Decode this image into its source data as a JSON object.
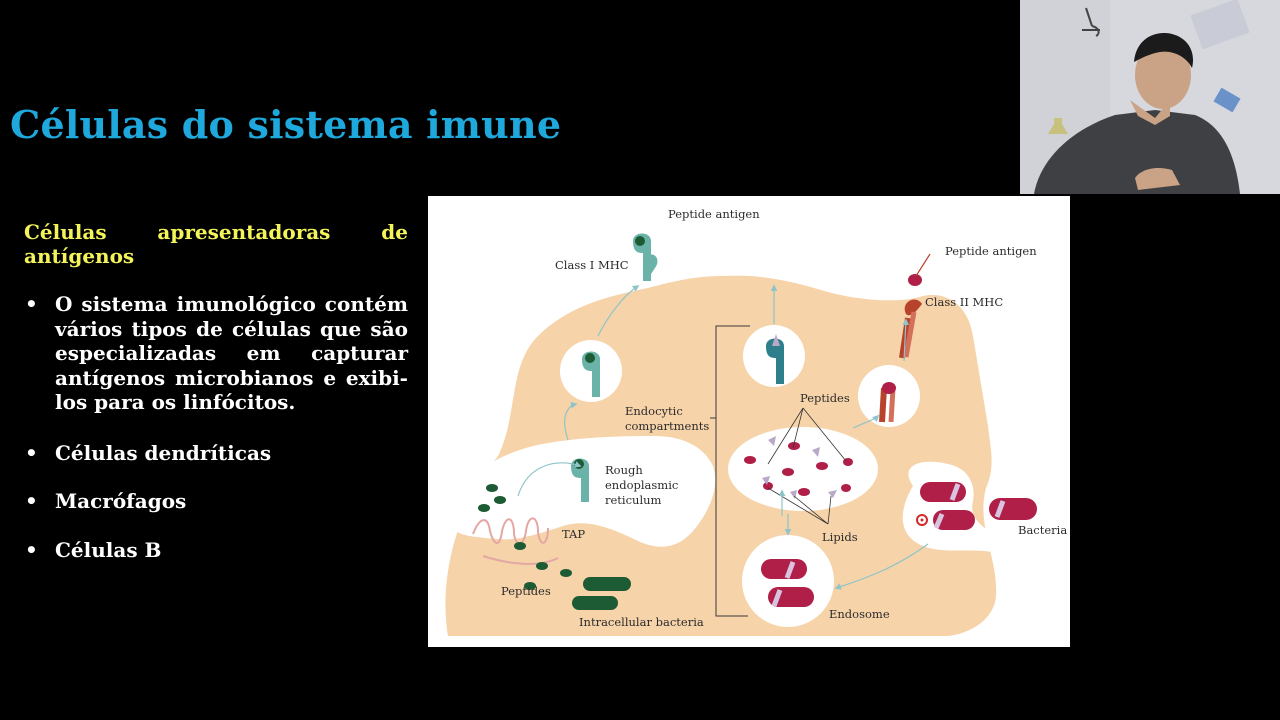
{
  "slide": {
    "title": "Células do sistema imune",
    "subtitle": "Células apresentadoras de antígenos",
    "bullets": [
      "O sistema imunológico contém vários tipos de células que são especializadas em capturar antígenos microbianos e exibi-los para os linfócitos.",
      "Células dendríticas",
      "Macrófagos",
      "Células B"
    ],
    "bullet_symbol": "•"
  },
  "figure": {
    "labels": {
      "peptide_antigen_1": "Peptide antigen",
      "class_i_mhc": "Class I MHC",
      "peptide_antigen_2": "Peptide antigen",
      "class_ii_mhc": "Class II MHC",
      "endocytic_1": "Endocytic",
      "endocytic_2": "compartments",
      "peptides_top": "Peptides",
      "rough_1": "Rough",
      "rough_2": "endoplasmic",
      "rough_3": "reticulum",
      "tap": "TAP",
      "peptides_bottom": "Peptides",
      "intracellular_bacteria": "Intracellular bacteria",
      "lipids": "Lipids",
      "endosome": "Endosome",
      "bacteria": "Bacteria"
    }
  },
  "colors": {
    "title": "#1ea8dc",
    "subtitle": "#f3f35a",
    "cell": "#f7d3aa",
    "class_i_mhc": "#6bb2a8",
    "class_ii_mhc": "#b8432c",
    "bacteria": "#b01f48",
    "peptide_green": "#1d5b34"
  }
}
